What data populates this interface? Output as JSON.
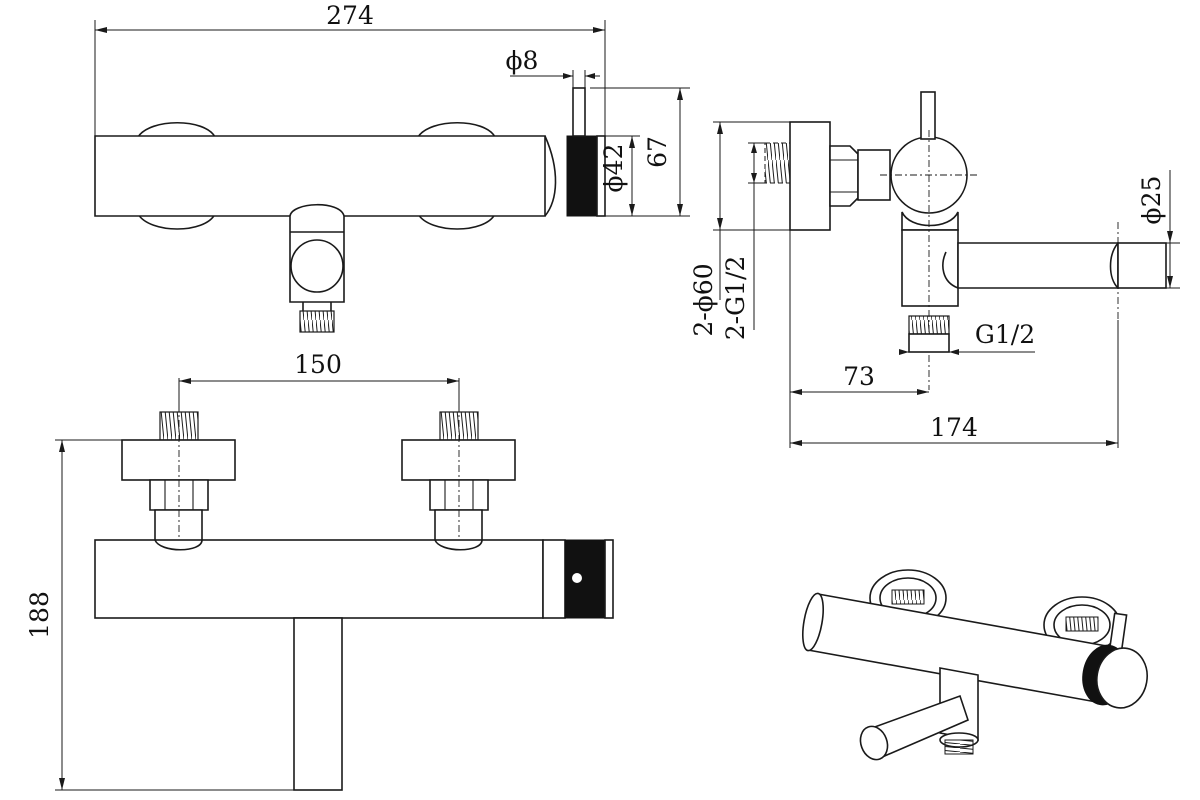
{
  "dimensions": {
    "overall_length": "274",
    "lever_diameter": "ϕ8",
    "knob_diameter": "ϕ42",
    "knob_height": "67",
    "flange_diameter": "2-ϕ60",
    "inlet_thread": "2-G1/2",
    "spout_diameter": "ϕ25",
    "outlet_thread": "G1/2",
    "outlet_offset": "73",
    "spout_reach": "174",
    "inlet_spacing": "150",
    "overall_height": "188"
  },
  "colors": {
    "line": "#1a1a1a",
    "background": "#ffffff"
  }
}
